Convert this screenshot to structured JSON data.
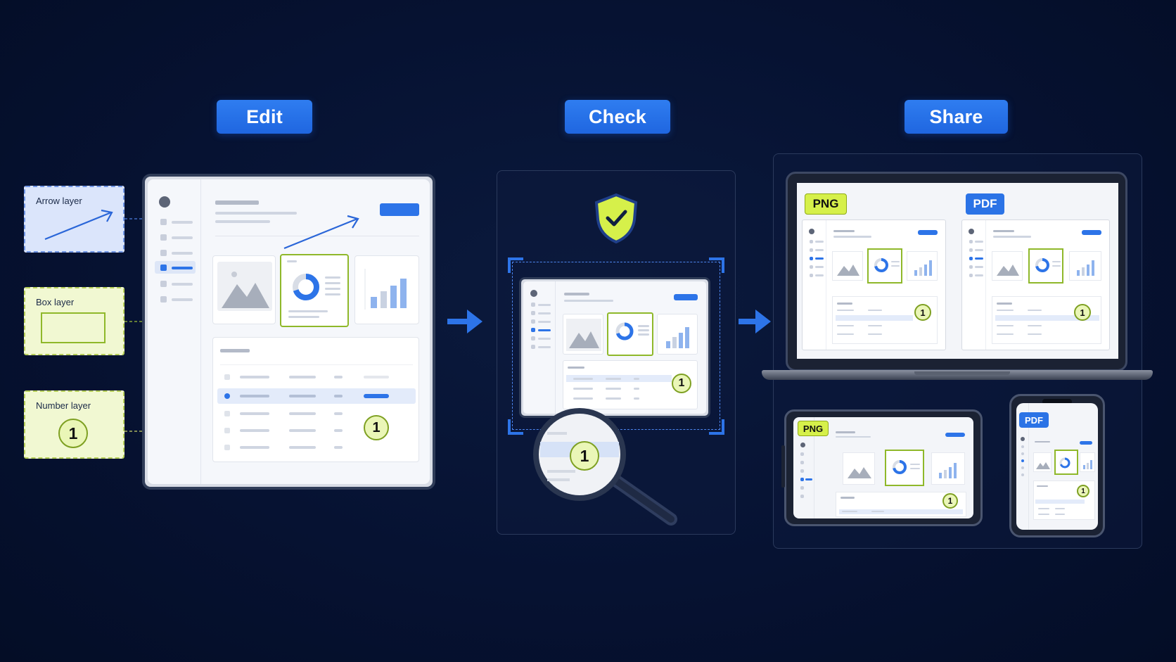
{
  "steps": [
    {
      "label": "Edit"
    },
    {
      "label": "Check"
    },
    {
      "label": "Share"
    }
  ],
  "layers": {
    "arrow": "Arrow layer",
    "box": "Box layer",
    "number": "Number layer",
    "number_value": "1"
  },
  "marker": "1",
  "formats": {
    "png": "PNG",
    "pdf": "PDF"
  },
  "colors": {
    "accent_blue": "#2d74e8",
    "highlight_green": "#8fb82a",
    "badge_yellow": "#d6f04a",
    "background": "#061232"
  }
}
